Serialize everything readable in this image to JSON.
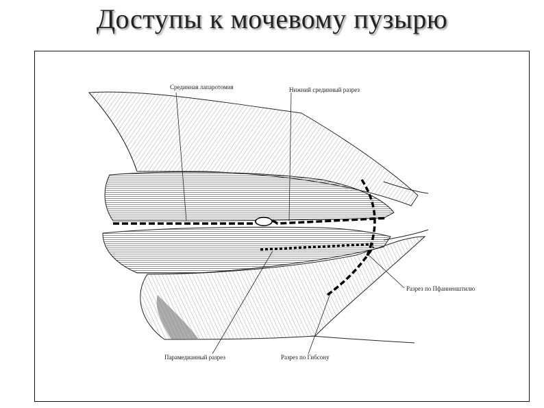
{
  "title": "Доступы к мочевому пузырю",
  "labels": {
    "median_laparotomy": "Срединная лапаротомия",
    "lower_median": "Нижний срединный разрез",
    "pfannenstiel": "Разрез по Пфанненштилю",
    "paramedian": "Парамедианный разрез",
    "gibson": "Разрез по Гибсону"
  }
}
